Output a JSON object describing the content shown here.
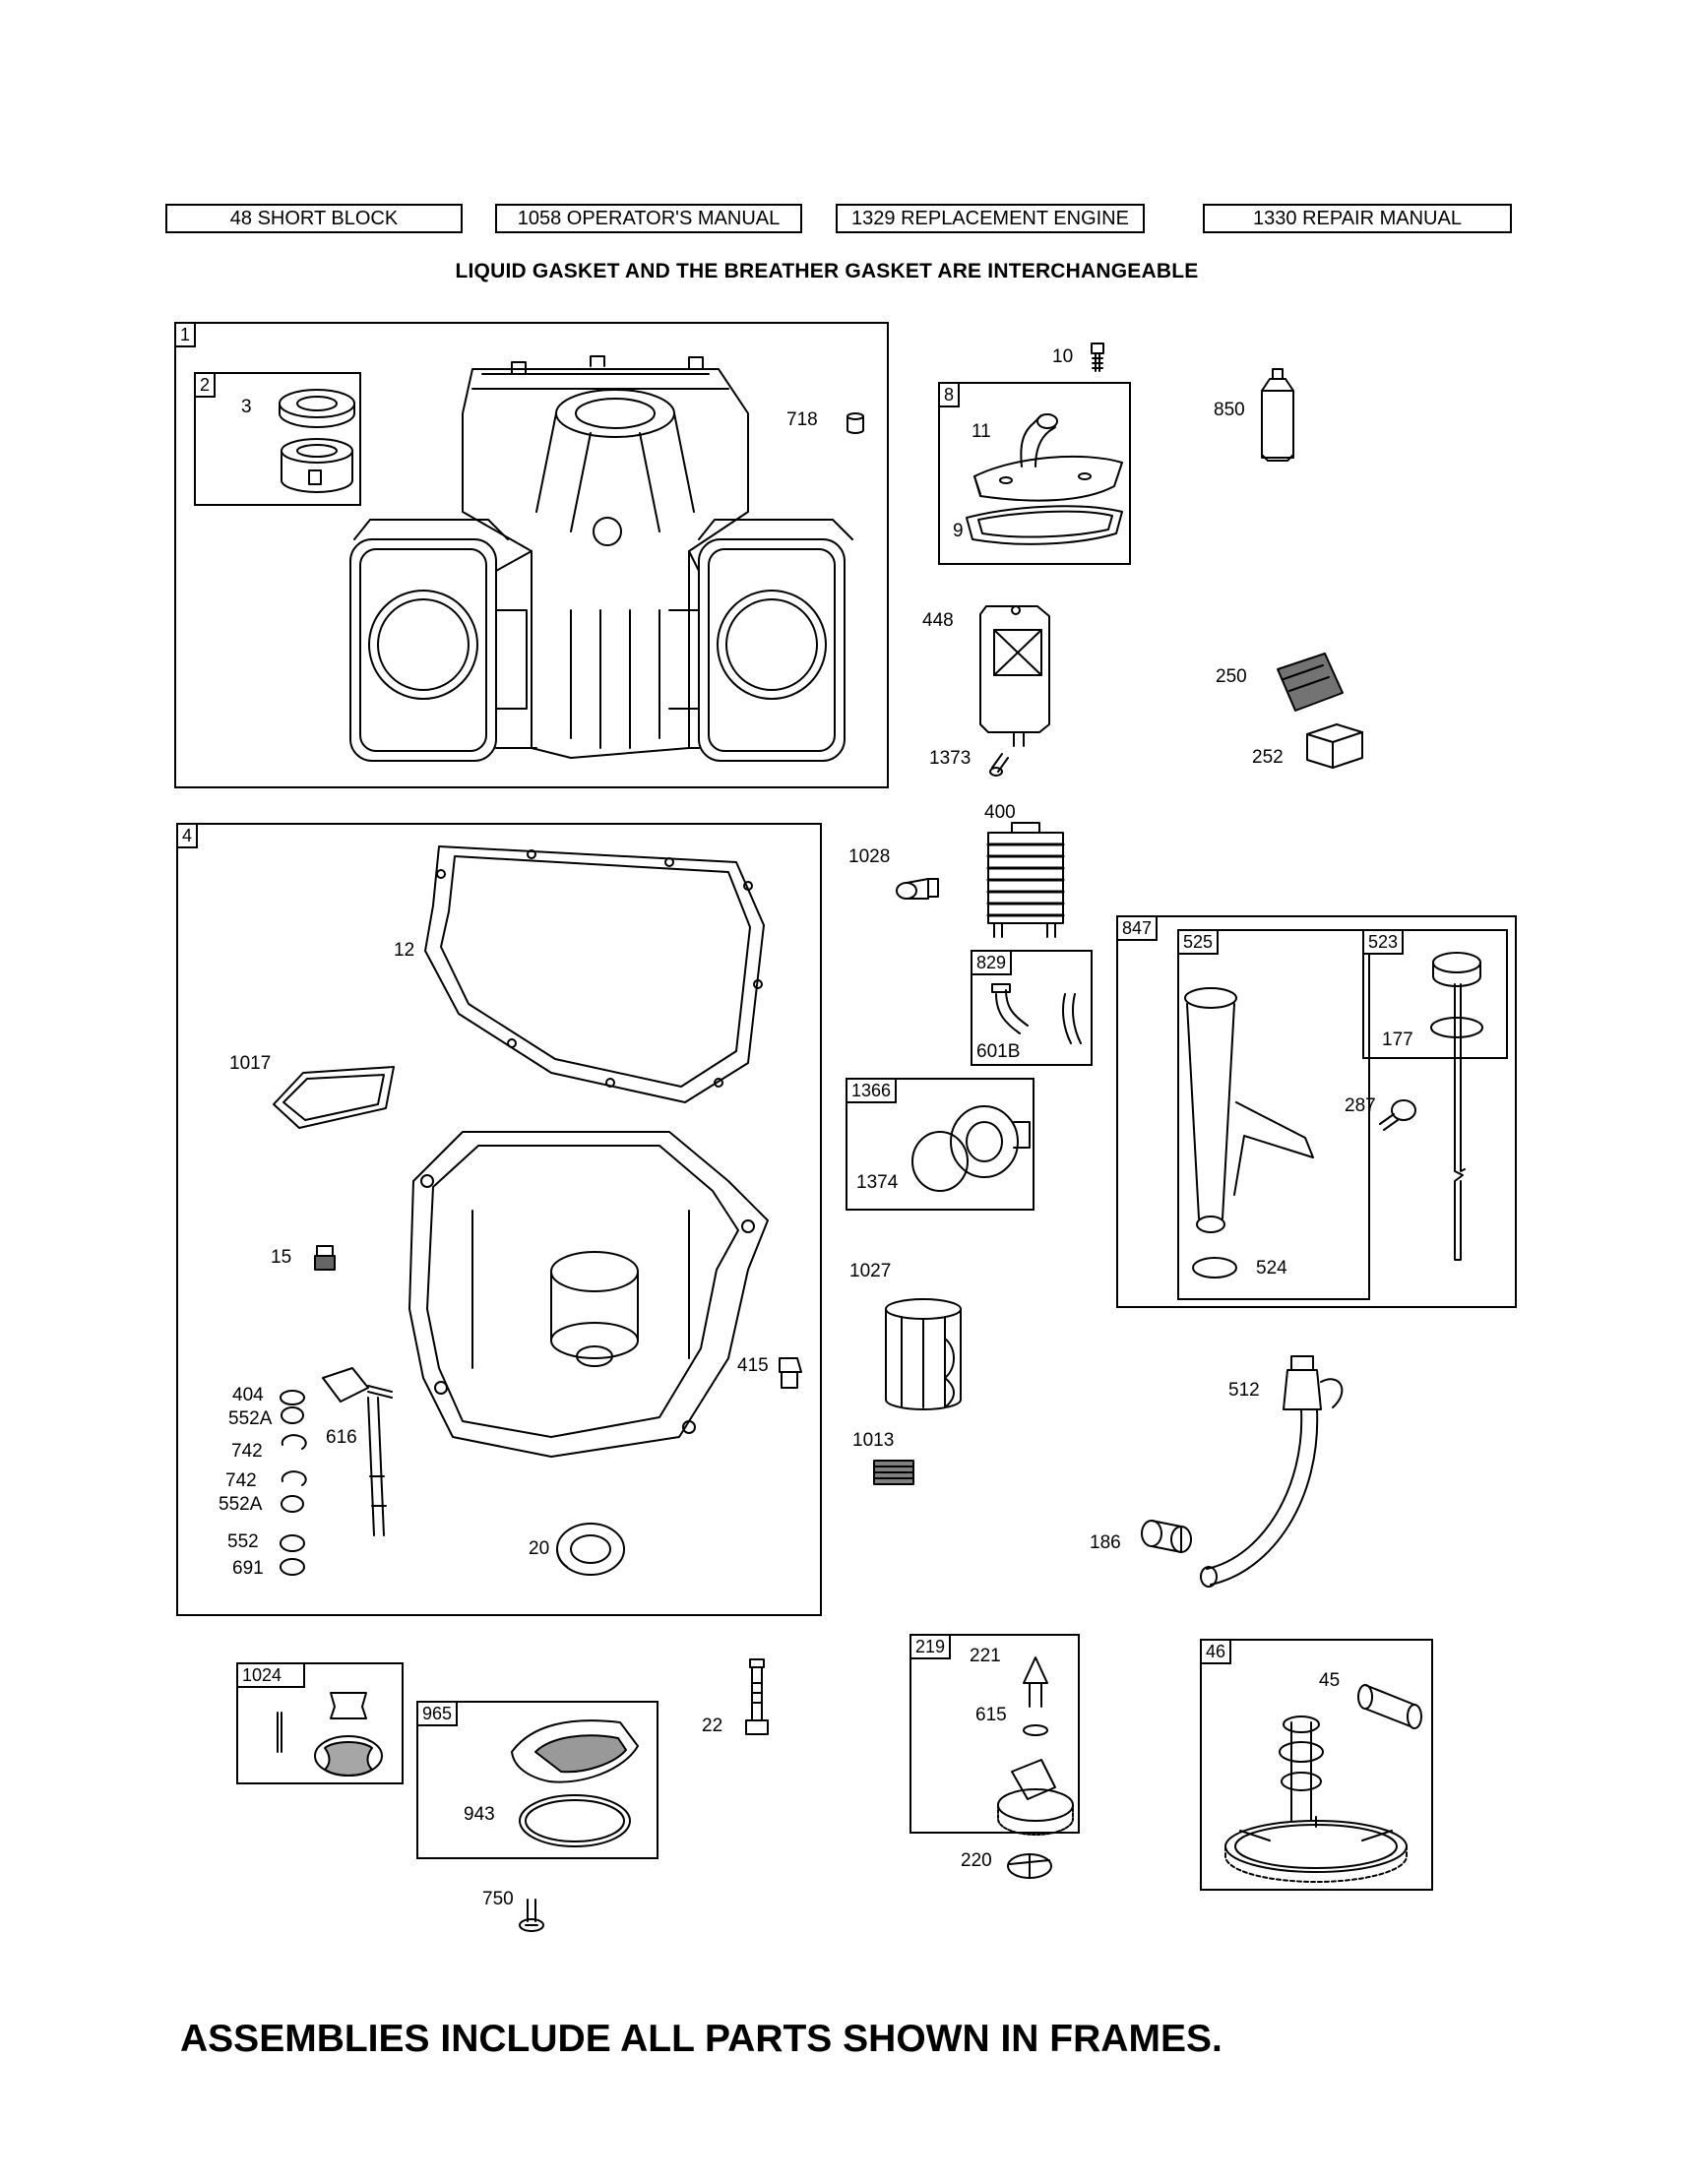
{
  "header_boxes": [
    {
      "id": "48",
      "label": "48 SHORT BLOCK"
    },
    {
      "id": "1058",
      "label": "1058 OPERATOR'S MANUAL"
    },
    {
      "id": "1329",
      "label": "1329 REPLACEMENT ENGINE"
    },
    {
      "id": "1330",
      "label": "1330 REPAIR MANUAL"
    }
  ],
  "subtitle": "LIQUID GASKET AND THE BREATHER GASKET ARE INTERCHANGEABLE",
  "footer": "ASSEMBLIES INCLUDE ALL PARTS SHOWN IN FRAMES.",
  "frames": {
    "f1": "1",
    "f2": "2",
    "f8": "8",
    "f4": "4",
    "f847": "847",
    "f525": "525",
    "f523": "523",
    "f829": "829",
    "f1366": "1366",
    "f1024": "1024",
    "f965": "965",
    "f219": "219",
    "f46": "46"
  },
  "parts": {
    "p3": "3",
    "p718": "718",
    "p10": "10",
    "p11": "11",
    "p9": "9",
    "p850": "850",
    "p448": "448",
    "p1373": "1373",
    "p250": "250",
    "p252": "252",
    "p400": "400",
    "p1028": "1028",
    "p601b": "601B",
    "p1374": "1374",
    "p177": "177",
    "p287": "287",
    "p524": "524",
    "p12": "12",
    "p1017": "1017",
    "p15": "15",
    "p404": "404",
    "p552a1": "552A",
    "p742a": "742",
    "p742b": "742",
    "p552a2": "552A",
    "p552": "552",
    "p691": "691",
    "p616": "616",
    "p20": "20",
    "p415": "415",
    "p1027": "1027",
    "p1013": "1013",
    "p512": "512",
    "p186": "186",
    "p22": "22",
    "p221": "221",
    "p615": "615",
    "p220": "220",
    "p45": "45",
    "p943": "943",
    "p750": "750"
  }
}
